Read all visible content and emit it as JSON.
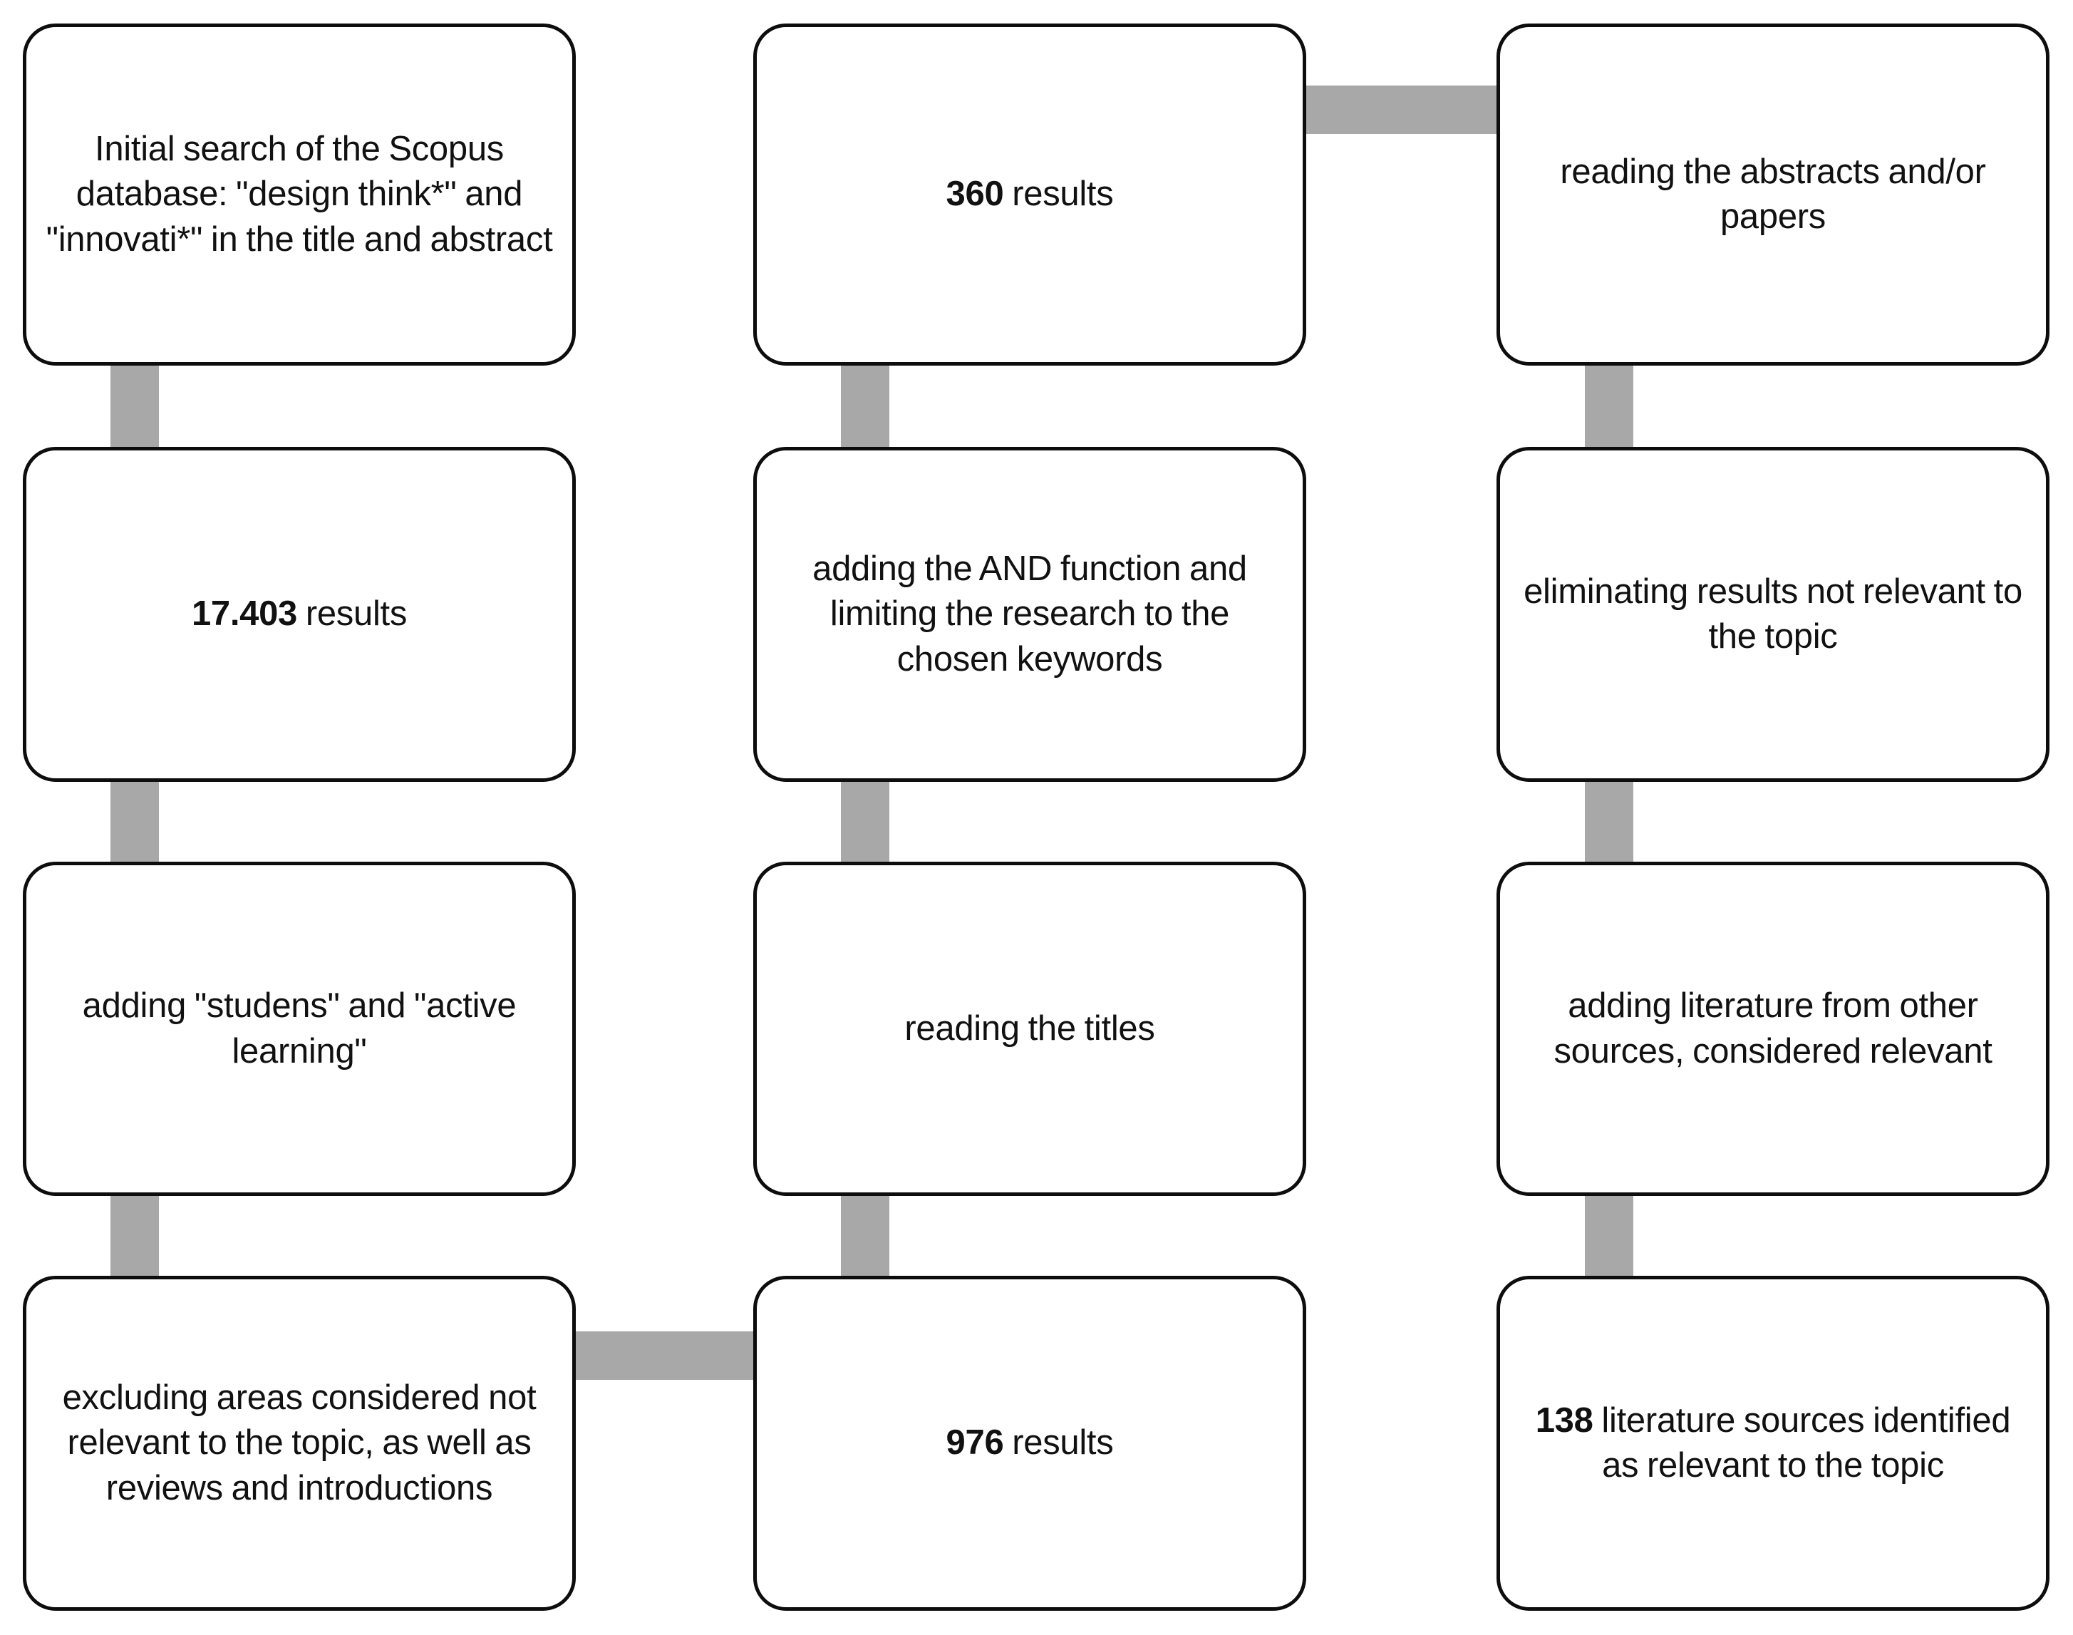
{
  "diagram": {
    "title": "Literature search and screening flowchart",
    "type": "flowchart",
    "colors": {
      "node_border": "#0d0d0d",
      "node_fill": "#ffffff",
      "connector": "#a8a8a8",
      "text": "#111111"
    },
    "columns": 3,
    "rows": 4
  },
  "nodes": {
    "c1r1": {
      "text": "Initial search of the Scopus database: \"design think*\" and \"innovati*\" in the title and abstract"
    },
    "c1r2": {
      "value": "17.403",
      "label": " results"
    },
    "c1r3": {
      "text": "adding \"studens\" and \"active learning\""
    },
    "c1r4": {
      "text": "excluding areas considered not relevant to the topic, as well as reviews and introductions"
    },
    "c2r1": {
      "value": "360",
      "label": " results"
    },
    "c2r2": {
      "text": "adding the AND function and limiting the research to the chosen keywords"
    },
    "c2r3": {
      "text": "reading the titles"
    },
    "c2r4": {
      "value": "976",
      "label": " results"
    },
    "c3r1": {
      "text": "reading the abstracts and/or papers"
    },
    "c3r2": {
      "text": "eliminating results not relevant to the topic"
    },
    "c3r3": {
      "text": "adding literature from other sources, considered relevant"
    },
    "c3r4": {
      "value": "138",
      "label": " literature sources identified as relevant to the topic"
    }
  }
}
